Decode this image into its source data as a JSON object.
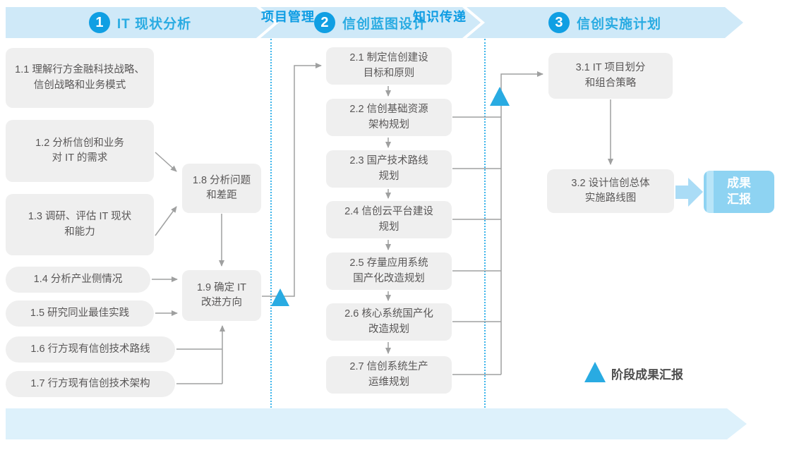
{
  "header": {
    "phases": [
      {
        "number": "1",
        "label": "IT 现状分析"
      },
      {
        "number": "2",
        "label": "信创蓝图设计"
      },
      {
        "number": "3",
        "label": "信创实施计划"
      }
    ]
  },
  "phase1": {
    "steps": {
      "s11": "1.1 理解行方金融科技战略、\n信创战略和业务模式",
      "s12": "1.2 分析信创和业务\n对 IT 的需求",
      "s13": "1.3 调研、评估 IT 现状\n和能力",
      "s14": "1.4 分析产业侧情况",
      "s15": "1.5 研究同业最佳实践",
      "s16": "1.6 行方现有信创技术路线",
      "s17": "1.7 行方现有信创技术架构",
      "s18": "1.8 分析问题\n和差距",
      "s19": "1.9 确定 IT\n改进方向"
    }
  },
  "phase2": {
    "steps": {
      "s21": "2.1 制定信创建设\n目标和原则",
      "s22": "2.2 信创基础资源\n架构规划",
      "s23": "2.3 国产技术路线\n规划",
      "s24": "2.4 信创云平台建设\n规划",
      "s25": "2.5 存量应用系统\n国产化改造规划",
      "s26": "2.6 核心系统国产化\n改造规划",
      "s27": "2.7 信创系统生产\n运维规划"
    }
  },
  "phase3": {
    "steps": {
      "s31": "3.1 IT 项目划分\n和组合策略",
      "s32": "3.2 设计信创总体\n实施路线图"
    },
    "deliverable": "成果\n汇报"
  },
  "legend": {
    "label": "阶段成果汇报"
  },
  "footer": {
    "items": [
      "项目管理",
      "知识传递"
    ]
  },
  "colors": {
    "accent_blue": "#29abe2",
    "banner_fill": "#cfe9f8",
    "box_fill": "#efefef",
    "box_text": "#595757",
    "line_gray": "#9fa0a0",
    "deliverable_fill": "#8ed3f2",
    "footer_fill": "#ddf1fb"
  }
}
